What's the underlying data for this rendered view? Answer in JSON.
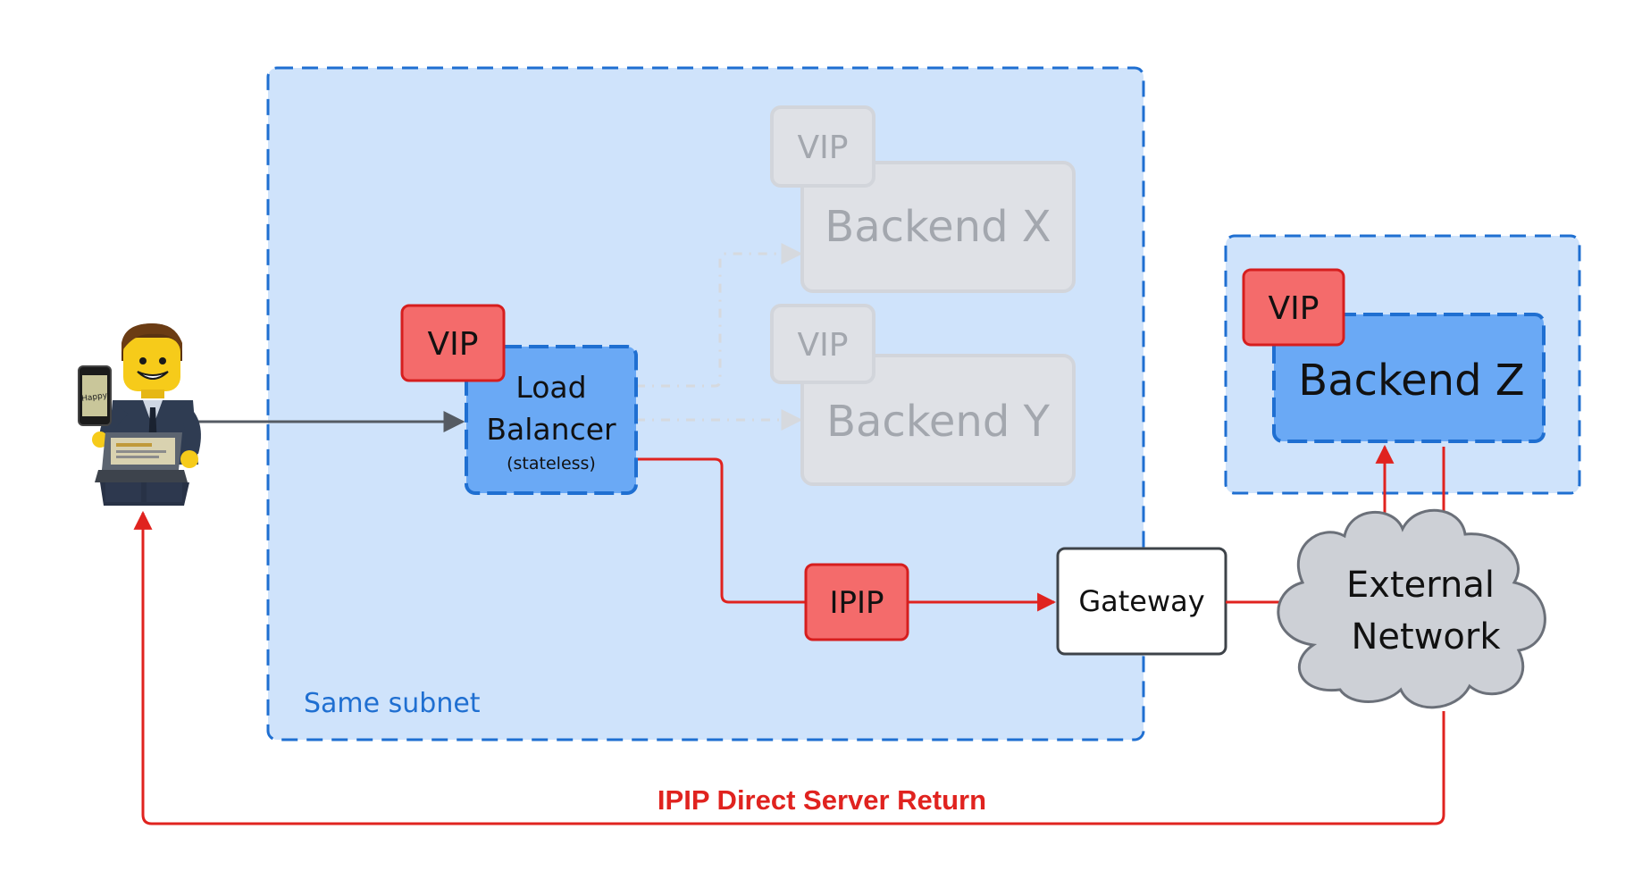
{
  "subnet": {
    "label": "Same subnet"
  },
  "user": {
    "phone_text": "Happy"
  },
  "load_balancer": {
    "vip": "VIP",
    "line1": "Load",
    "line2": "Balancer",
    "line3": "(stateless)"
  },
  "backend_x": {
    "vip": "VIP",
    "label": "Backend X"
  },
  "backend_y": {
    "vip": "VIP",
    "label": "Backend Y"
  },
  "backend_z": {
    "vip": "VIP",
    "label": "Backend Z"
  },
  "ipip": {
    "label": "IPIP"
  },
  "gateway": {
    "label": "Gateway"
  },
  "external_network": {
    "line1": "External",
    "line2": "Network"
  },
  "return_path": {
    "label": "IPIP Direct Server Return"
  },
  "colors": {
    "subnet_fill": "#cfe3fb",
    "subnet_border": "#1f6fd1",
    "box_blue": "#6aa9f5",
    "vip_red": "#f46b6b",
    "arrow_red": "#e0231f",
    "faded": "#dfe1e6",
    "faded_text": "#a3a7ae",
    "cloud": "#cdd0d6"
  }
}
